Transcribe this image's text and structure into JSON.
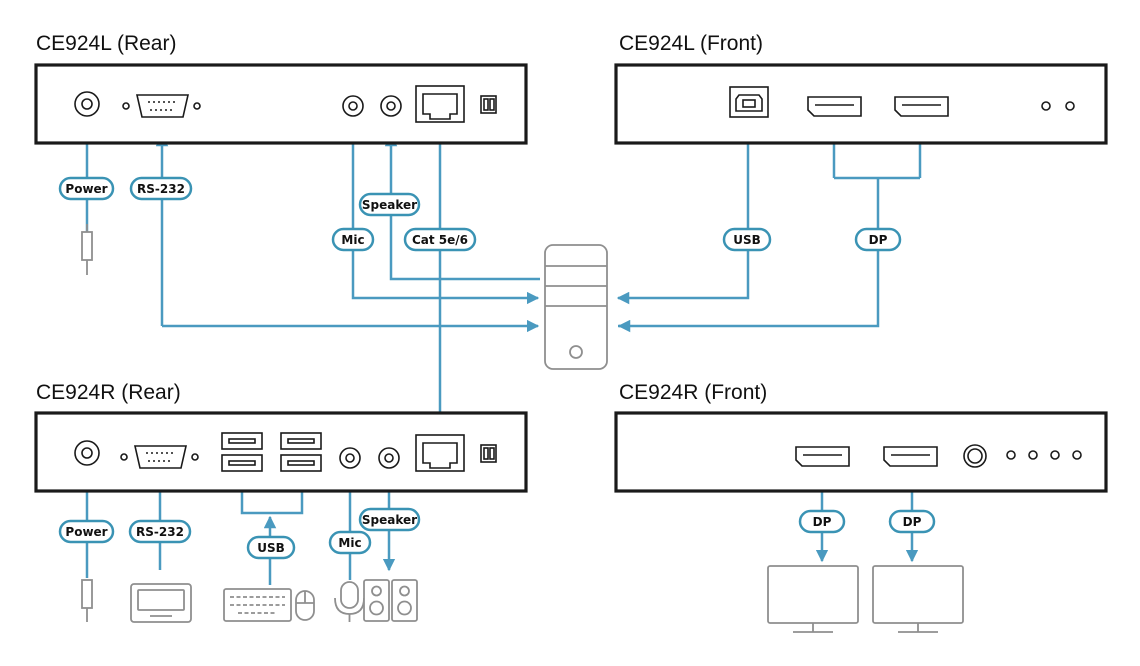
{
  "titles": {
    "l_rear": "CE924L (Rear)",
    "l_front": "CE924L (Front)",
    "r_rear": "CE924R (Rear)",
    "r_front": "CE924R (Front)"
  },
  "labels": {
    "power": "Power",
    "rs232": "RS-232",
    "speaker": "Speaker",
    "mic": "Mic",
    "cat": "Cat 5e/6",
    "usb": "USB",
    "dp": "DP"
  },
  "colors": {
    "wire": "#4a9ac0",
    "panel_stroke": "#1a1a1a",
    "device_stroke": "#8f8f8f"
  }
}
